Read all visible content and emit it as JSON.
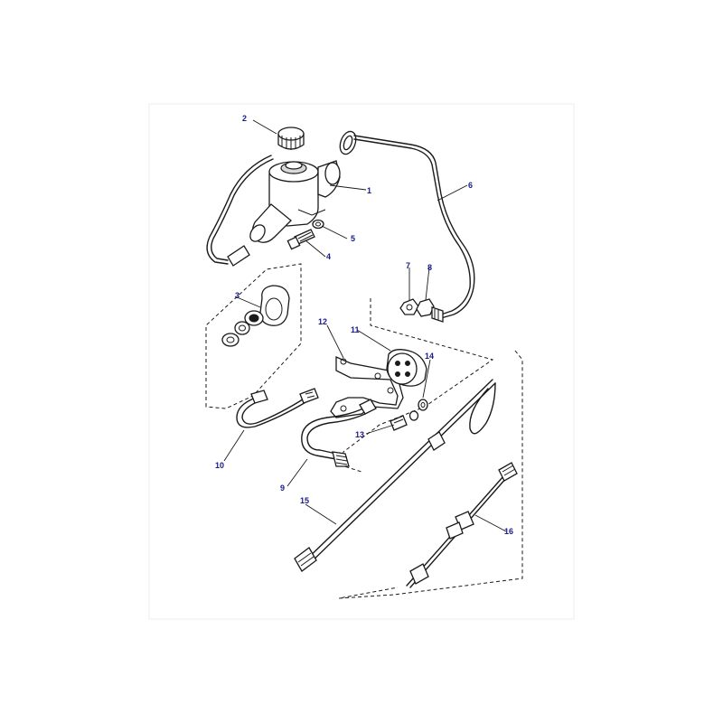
{
  "callouts": {
    "c1": "1",
    "c2": "2",
    "c3": "3",
    "c4": "4",
    "c5": "5",
    "c6": "6",
    "c7": "7",
    "c8": "8",
    "c9": "9",
    "c10": "10",
    "c11": "11",
    "c12": "12",
    "c13": "13",
    "c14": "14",
    "c15": "15",
    "c16": "16"
  },
  "colors": {
    "callout": "#1a1a8a",
    "line": "#1a1a1a",
    "background": "#ffffff"
  }
}
